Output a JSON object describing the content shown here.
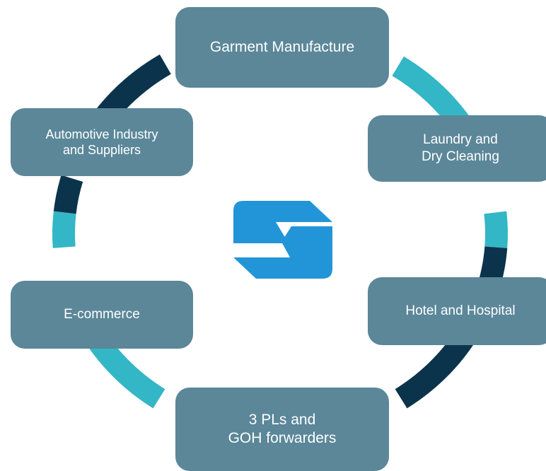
{
  "colors": {
    "node_fill": "#5b8799",
    "ring_dark": "#0b344c",
    "ring_teal": "#33b6c6",
    "logo_blue": "#2295d8"
  },
  "center": {
    "icon": "s-logo-icon"
  },
  "nodes": [
    {
      "id": "garment",
      "label": "Garment Manufacture"
    },
    {
      "id": "laundry",
      "label": "Laundry and\nDry Cleaning"
    },
    {
      "id": "hotel",
      "label": "Hotel and Hospital"
    },
    {
      "id": "3pl",
      "label": "3 PLs and\nGOH forwarders"
    },
    {
      "id": "ecommerce",
      "label": "E-commerce"
    },
    {
      "id": "automotive",
      "label": "Automotive Industry\nand Suppliers"
    }
  ]
}
